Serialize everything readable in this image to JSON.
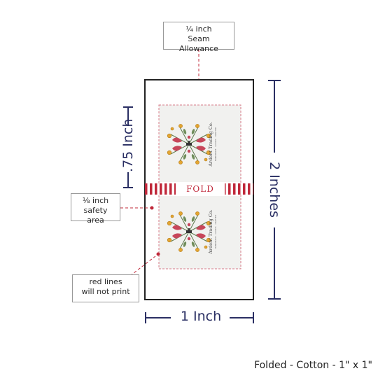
{
  "callouts": {
    "seam_allowance": {
      "line1": "¼ inch",
      "line2": "Seam Allowance"
    },
    "safety_area": {
      "line1": "⅛ inch",
      "line2": "safety area"
    },
    "red_lines": {
      "line1": "red lines",
      "line2": "will not print"
    }
  },
  "dimensions": {
    "half_height": ".75 Inch",
    "full_height": "2 Inches",
    "width": "1 Inch"
  },
  "fold_label": "FOLD",
  "caption": "Folded - Cotton - 1\" x 1\"",
  "colors": {
    "dimension": "#2a2f63",
    "guide_red": "#c0283a",
    "label_bg": "#f1f1ef",
    "outline": "#222222"
  },
  "label_artwork": {
    "brand_text": "Ardent Trading Co.",
    "motif": "floral-wreath-with-hanger-icon"
  }
}
